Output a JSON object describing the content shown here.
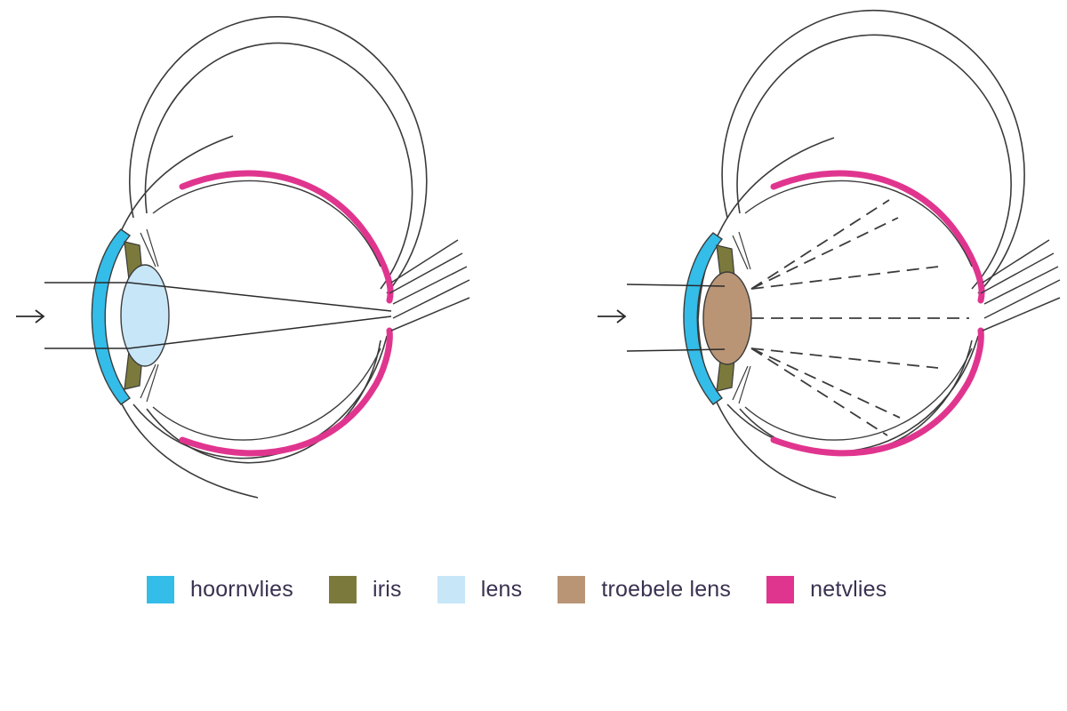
{
  "legend": [
    {
      "label": "hoornvlies",
      "color": "#33bde8"
    },
    {
      "label": "iris",
      "color": "#7b7a3c"
    },
    {
      "label": "lens",
      "color": "#c7e6f8"
    },
    {
      "label": "troebele lens",
      "color": "#b99576"
    },
    {
      "label": "netvlies",
      "color": "#e0358f"
    }
  ],
  "colors": {
    "outline": "#3b3b3b",
    "background": "#ffffff"
  },
  "diagrams": [
    {
      "name": "healthy-eye",
      "lens_color": "#c7e6f8",
      "light_rays": "focused"
    },
    {
      "name": "cataract-eye",
      "lens_color": "#b99576",
      "light_rays": "scattered"
    }
  ]
}
